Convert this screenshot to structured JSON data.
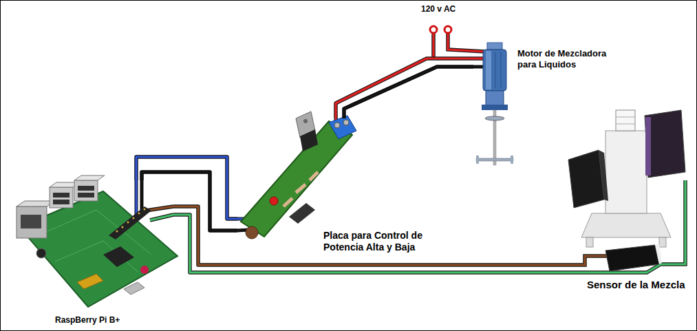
{
  "diagram": {
    "nodes": [
      {
        "text": [
          "Motor de Mezcladora para Liquidos"
        ]
      },
      {
        "text": [
          "Placa para Control de Potencia Alta y Baja"
        ]
      },
      {
        "text": [
          "Sensor de la Mezcla"
        ]
      },
      {
        "text": [
          "RaspBerry Pi B+"
        ]
      }
    ],
    "edges": [
      {
        "from": 3,
        "to": 1,
        "arrow": "none"
      },
      {
        "from": 3,
        "to": 1,
        "arrow": "none"
      },
      {
        "from": 3,
        "to": 2,
        "arrow": "none"
      },
      {
        "from": 3,
        "to": 2,
        "arrow": "none"
      },
      {
        "from": 1,
        "to": 0,
        "arrow": "none"
      },
      {
        "from": 1,
        "to": 0,
        "arrow": "none"
      }
    ],
    "labels": [
      "120 v AC"
    ]
  }
}
